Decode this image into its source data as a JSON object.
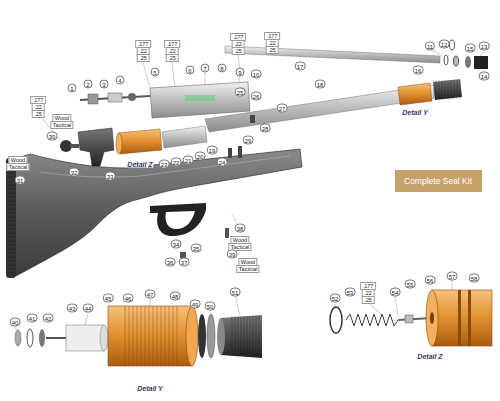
{
  "diagram": {
    "nodes": [
      {
        "text": [
          "Complete Seal Kit"
        ]
      }
    ],
    "labels": [
      ".177",
      ".22",
      ".25",
      ".177",
      ".22",
      ".25",
      ".177",
      ".22",
      ".25",
      ".177",
      ".22",
      ".25",
      ".177",
      ".22",
      ".25",
      ".177",
      ".22",
      ".25",
      "Wood",
      "Tactical",
      "Wood",
      "Tactical",
      "Wood",
      "Tactical",
      "Wood",
      "Tactical",
      "Detail Y",
      "Detail Z",
      "Detail Y",
      "Detail Z",
      "1",
      "2",
      "3",
      "4",
      "5",
      "6",
      "7",
      "8",
      "9",
      "10",
      "11",
      "12",
      "13",
      "14",
      "15",
      "16",
      "17",
      "18",
      "19",
      "20",
      "21",
      "22",
      "23",
      "24",
      "25",
      "26",
      "27",
      "28",
      "29",
      "30",
      "31",
      "32",
      "33",
      "34",
      "35",
      "36",
      "37",
      "38",
      "39",
      "40",
      "41",
      "42",
      "43",
      "44",
      "45",
      "46",
      "47",
      "48",
      "49",
      "50",
      "51",
      "52",
      "53",
      "54",
      "55",
      "56",
      "57",
      "58"
    ]
  }
}
